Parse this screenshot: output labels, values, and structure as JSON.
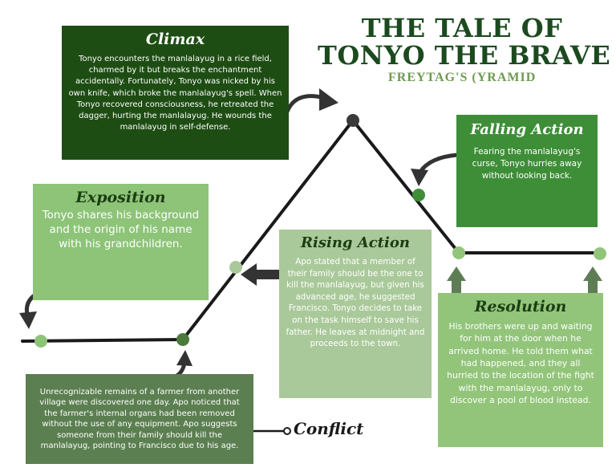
{
  "title": {
    "line1": "THE TALE OF",
    "line2": "TONYO THE BRAVE",
    "subtitle": "FREYTAG'S (YRAMID"
  },
  "sections": {
    "climax": {
      "heading": "Climax",
      "body": "Tonyo encounters the manlalayug in a rice field, charmed by it but breaks the enchantment accidentally. Fortunately, Tonyo was nicked by his own knife, which broke the manlalayug's spell. When Tonyo recovered consciousness, he retreated the dagger, hurting the manlalayug. He wounds the manlalayug in self-defense."
    },
    "exposition": {
      "heading": "Exposition",
      "body": "Tonyo shares his background and the origin of his name with his grandchildren."
    },
    "rising_action": {
      "heading": "Rising Action",
      "body": "Apo stated that a member of their family should be the one to kill the manlalayug, but given his advanced age, he suggested Francisco. Tonyo decides to take on the task himself to save his father. He leaves at midnight and proceeds to the town."
    },
    "falling_action": {
      "heading": "Falling Action",
      "body": "Fearing the manlalayug's curse, Tonyo hurries away without looking back."
    },
    "resolution": {
      "heading": "Resolution",
      "body": "His brothers were up and waiting for him at the door when he arrived home. He told them what had happened, and they all hurried to the location of the fight with the manlalayug, only to discover a pool of blood instead."
    },
    "conflict": {
      "label": "Conflict",
      "body": "Unrecognizable remains of a farmer from another village were discovered one day.  Apo noticed that the farmer's internal organs had been removed without the use of any equipment. Apo suggests someone from their family should kill the manlalayug, pointing to Francisco due to his age."
    }
  },
  "colors": {
    "dark_green": "#1e4d14",
    "title_green": "#1b4a1f",
    "subtitle_green": "#6f9a53",
    "mid_green": "#3e8e38",
    "light_green": "#8dc478",
    "pale_green": "#aac99a",
    "muted_green": "#5b7f50",
    "node_light": "#8dc478",
    "node_mid": "#3e8e38",
    "node_dark": "#3a3a3a",
    "line": "#1a1a1a"
  },
  "icons": [
    "curved-arrow-icon",
    "left-arrow-icon",
    "up-arrow-icon",
    "node-dot-icon"
  ]
}
